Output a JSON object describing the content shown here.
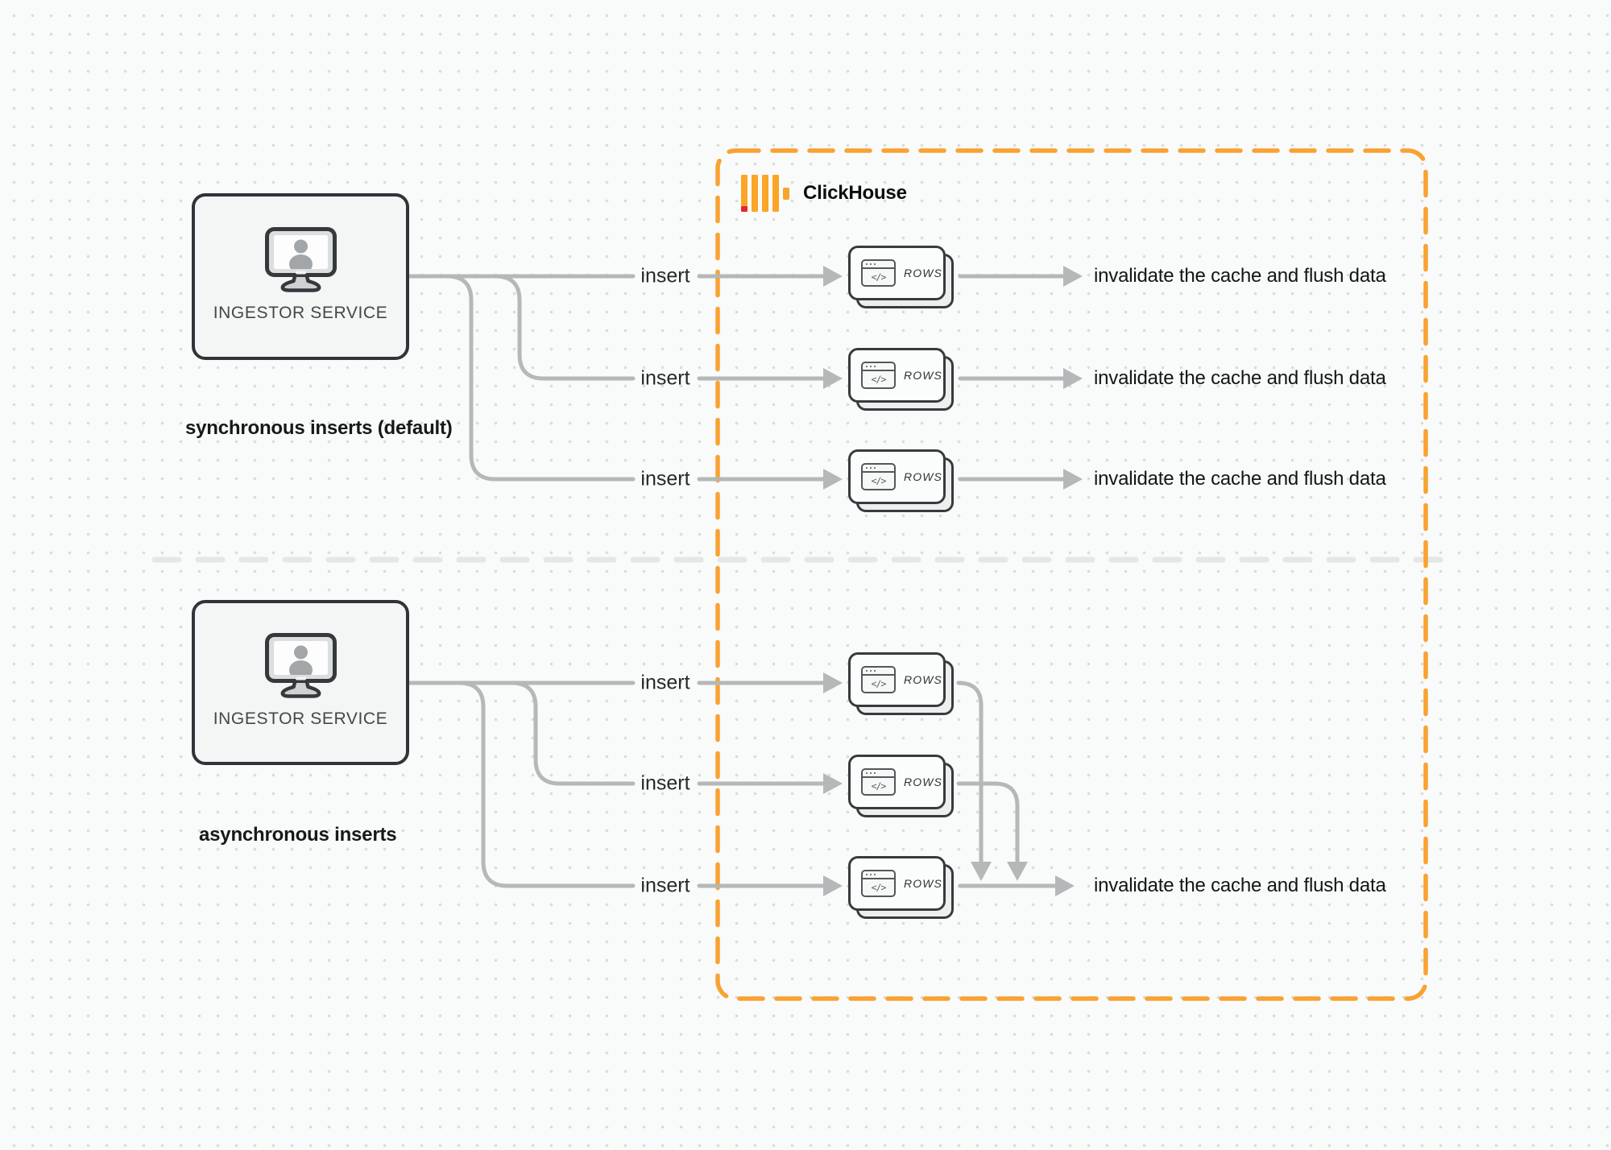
{
  "clickhouse": {
    "brand": "ClickHouse"
  },
  "sync": {
    "service": "INGESTOR SERVICE",
    "caption": "synchronous inserts (default)",
    "rows": [
      {
        "insert": "insert",
        "card": "ROWS",
        "code": "</>",
        "result": "invalidate the cache and flush data"
      },
      {
        "insert": "insert",
        "card": "ROWS",
        "code": "</>",
        "result": "invalidate the cache and flush data"
      },
      {
        "insert": "insert",
        "card": "ROWS",
        "code": "</>",
        "result": "invalidate the cache and flush data"
      }
    ]
  },
  "async": {
    "service": "INGESTOR SERVICE",
    "caption": "asynchronous inserts",
    "rows": [
      {
        "insert": "insert",
        "card": "ROWS",
        "code": "</>"
      },
      {
        "insert": "insert",
        "card": "ROWS",
        "code": "</>"
      },
      {
        "insert": "insert",
        "card": "ROWS",
        "code": "</>"
      }
    ],
    "result": "invalidate the cache and flush data"
  },
  "colors": {
    "accent_orange": "#F9A232",
    "logo_red": "#E5252D",
    "line_gray": "#B5B7B8",
    "divider_gray": "#E4E6E7"
  }
}
